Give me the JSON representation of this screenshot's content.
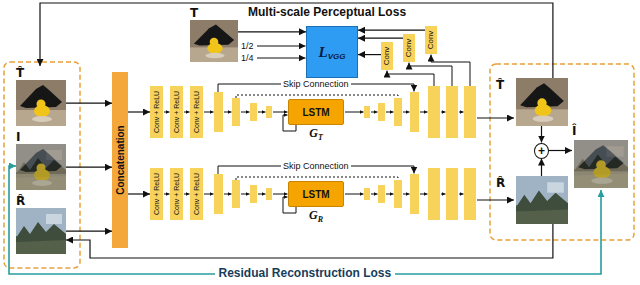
{
  "diagram": {
    "nodes": [
      {
        "text": [
          "T"
        ]
      },
      {
        "text": [
          "L",
          "VGG"
        ]
      },
      {
        "text": [
          "Conv"
        ]
      },
      {
        "text": [
          "Conv"
        ]
      },
      {
        "text": [
          "Conv"
        ]
      },
      {
        "text": [
          "T̂"
        ]
      },
      {
        "text": [
          "I"
        ]
      },
      {
        "text": [
          "R̂"
        ]
      },
      {
        "text": [
          "Concatenation"
        ]
      },
      {
        "text": [
          "Conv + ReLU"
        ]
      },
      {
        "text": [
          "Conv + ReLU"
        ]
      },
      {
        "text": [
          "Conv + ReLU"
        ]
      },
      {
        "text": [
          "LSTM",
          "G",
          "T"
        ]
      },
      {
        "text": [
          "Conv + ReLU"
        ]
      },
      {
        "text": [
          "Conv + ReLU"
        ]
      },
      {
        "text": [
          "Conv + ReLU"
        ]
      },
      {
        "text": [
          "LSTM",
          "G",
          "R"
        ]
      },
      {
        "text": [
          "T̂"
        ]
      },
      {
        "text": [
          "R̂"
        ]
      },
      {
        "text": [
          "+"
        ]
      },
      {
        "text": [
          "Î"
        ]
      }
    ],
    "edges": [
      {
        "from": 5,
        "to": 8,
        "arrow": "to"
      },
      {
        "from": 6,
        "to": 8,
        "arrow": "to"
      },
      {
        "from": 7,
        "to": 8,
        "arrow": "to"
      },
      {
        "from": 8,
        "to": 9,
        "arrow": "to"
      },
      {
        "from": 8,
        "to": 13,
        "arrow": "to"
      },
      {
        "from": 0,
        "to": 1,
        "arrow": "to"
      },
      {
        "from": 2,
        "to": 1,
        "arrow": "to"
      },
      {
        "from": 3,
        "to": 1,
        "arrow": "to"
      },
      {
        "from": 4,
        "to": 1,
        "arrow": "to"
      },
      {
        "from": 17,
        "to": 19,
        "arrow": "to"
      },
      {
        "from": 18,
        "to": 19,
        "arrow": "to"
      },
      {
        "from": 19,
        "to": 20,
        "arrow": "to"
      },
      {
        "from": 17,
        "to": 5,
        "arrow": "to"
      },
      {
        "from": 18,
        "to": 7,
        "arrow": "to"
      },
      {
        "from": 20,
        "to": 6,
        "arrow": "both",
        "label": "Residual Reconstruction Loss"
      }
    ],
    "labels": [
      "Multi-scale Perceptual Loss",
      "1/2",
      "1/4",
      "Skip Connection",
      "Skip Connection"
    ]
  }
}
